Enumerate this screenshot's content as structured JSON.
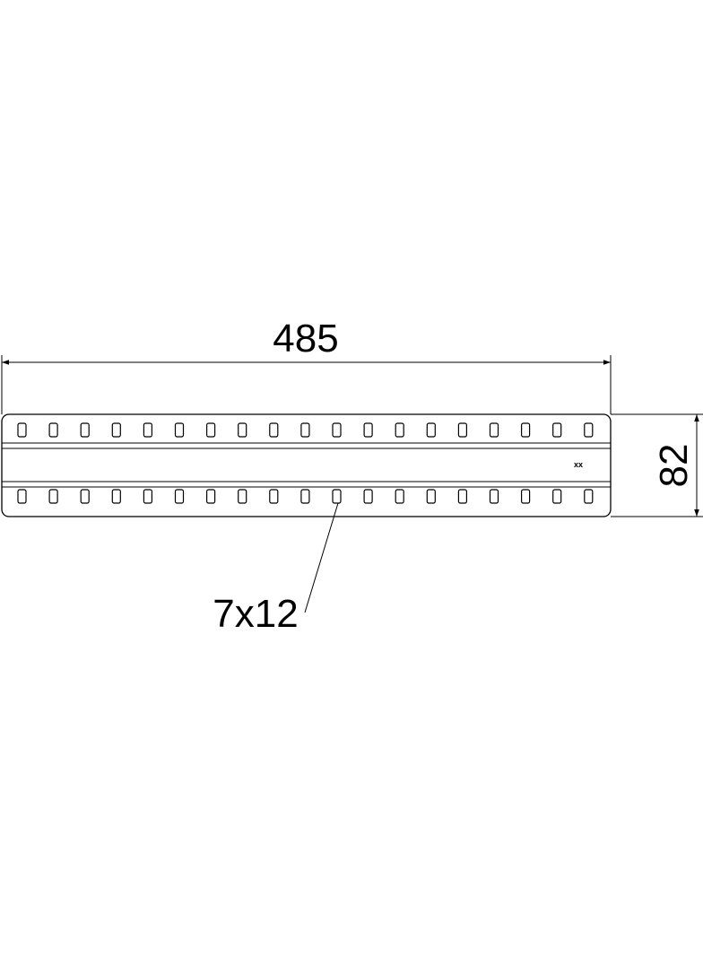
{
  "drawing": {
    "width_dimension": "485",
    "height_dimension": "82",
    "slot_size_label": "7x12",
    "marking": "xx",
    "slots_per_row": 19,
    "slot_rows": 2,
    "line_color": "#000000",
    "background_color": "#ffffff"
  }
}
